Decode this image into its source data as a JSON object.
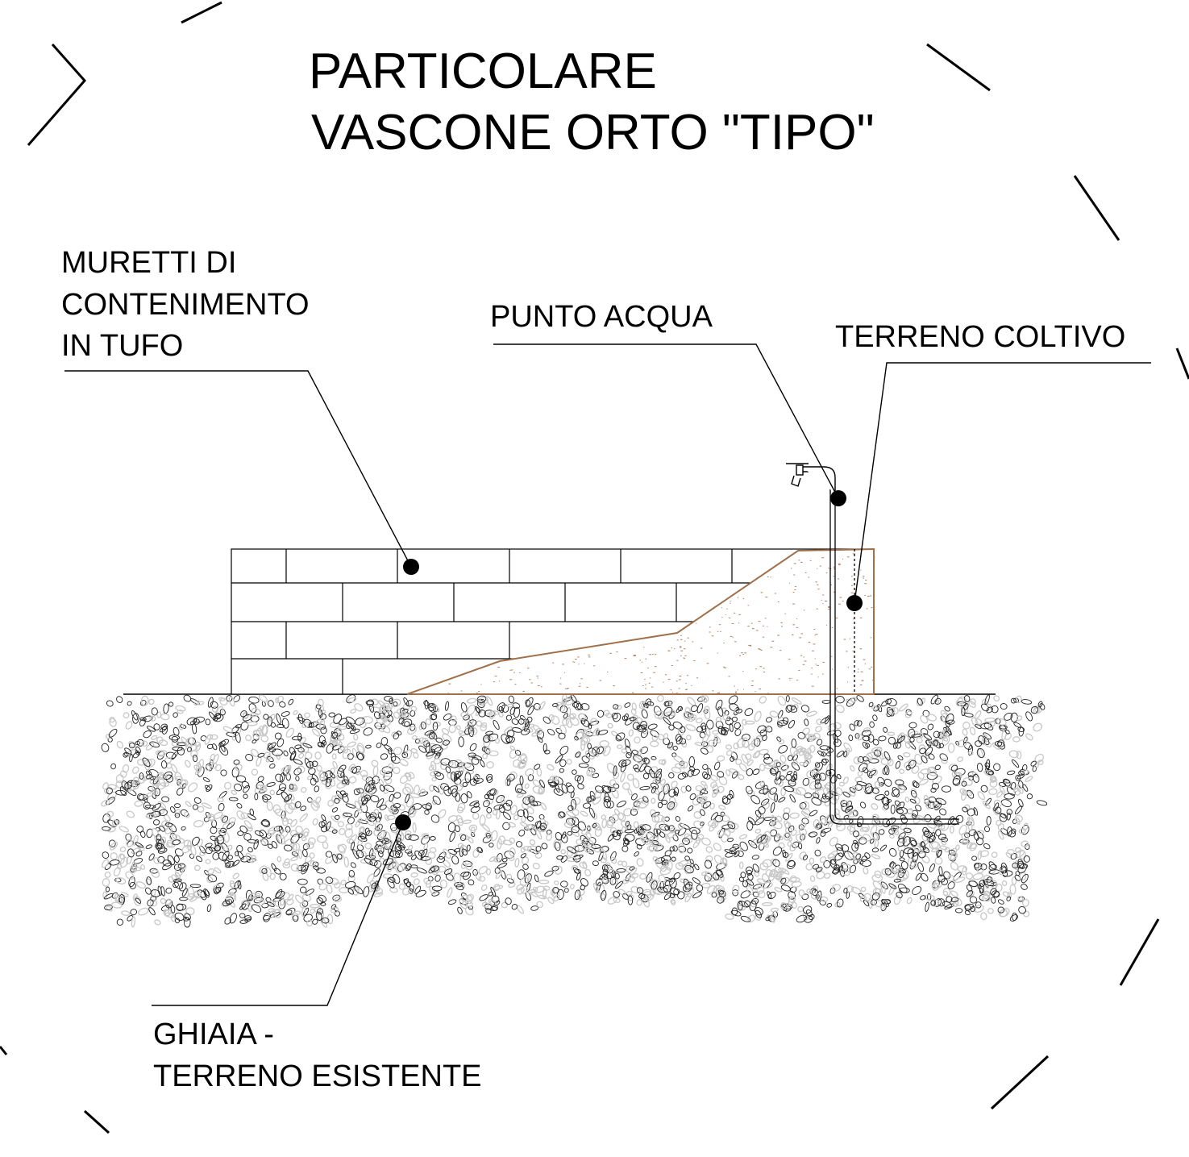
{
  "title": {
    "line1": "PARTICOLARE",
    "line2": "VASCONE ORTO \"TIPO\""
  },
  "labels": {
    "wall": {
      "line1": "MURETTI DI",
      "line2": "CONTENIMENTO",
      "line3": "IN TUFO"
    },
    "water": {
      "line1": "PUNTO ACQUA"
    },
    "soil": {
      "line1": "TERRENO COLTIVO"
    },
    "gravel": {
      "line1": "GHIAIA -",
      "line2": "TERRENO ESISTENTE"
    }
  },
  "colors": {
    "ink": "#000000",
    "soil_edge": "#a0704a",
    "soil_speckle": "#b08060",
    "gravel_light": "#c8c8c8",
    "gravel_dark": "#222222"
  },
  "icons": [
    "water-tap-icon"
  ]
}
